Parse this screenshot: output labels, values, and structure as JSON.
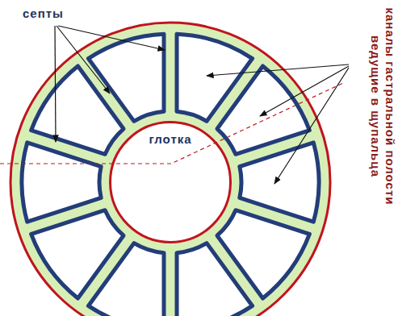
{
  "diagram": {
    "nodes": [
      {
        "text": [
          "глотка"
        ]
      }
    ],
    "labels": [
      "септы",
      "каналы гастральной полости ведущие в щупальца"
    ]
  }
}
